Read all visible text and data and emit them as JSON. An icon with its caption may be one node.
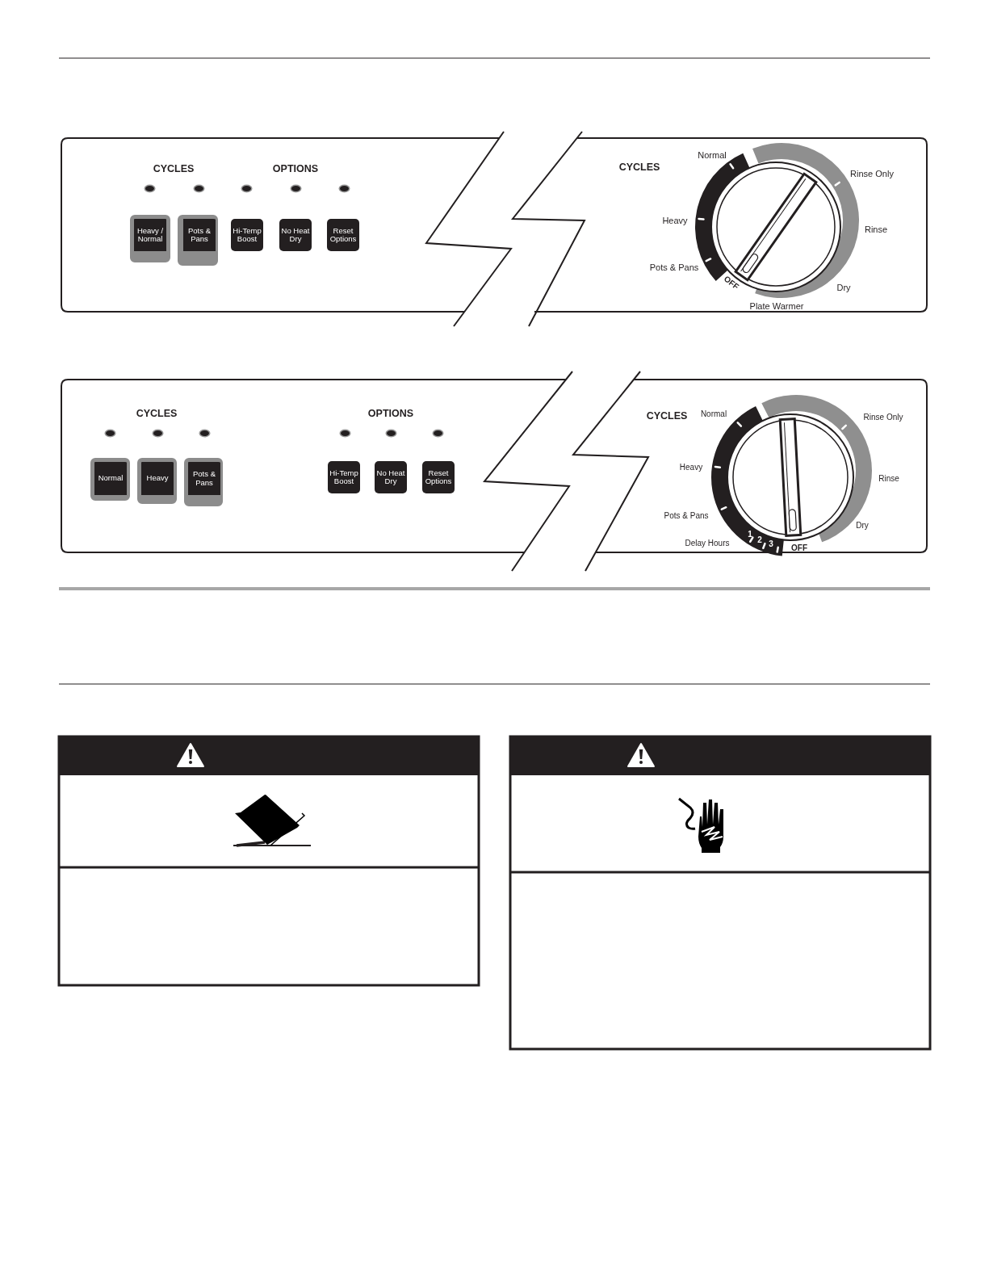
{
  "diagram": {
    "nodes": [
      {
        "text": [
          "Heavy / Normal"
        ]
      },
      {
        "text": [
          "Pots & Pans"
        ]
      },
      {
        "text": [
          "Hi-Temp Boost"
        ]
      },
      {
        "text": [
          "No Heat Dry"
        ]
      },
      {
        "text": [
          "Reset Options"
        ]
      },
      {
        "text": [
          "Normal"
        ]
      },
      {
        "text": [
          "Heavy"
        ]
      },
      {
        "text": [
          "Pots & Pans"
        ]
      },
      {
        "text": [
          "Hi-Temp Boost"
        ]
      },
      {
        "text": [
          "No Heat Dry"
        ]
      },
      {
        "text": [
          "Reset Options"
        ]
      }
    ],
    "labels": [
      "CYCLES",
      "OPTIONS",
      "CYCLES",
      "Normal",
      "Rinse Only",
      "Heavy",
      "Rinse",
      "Pots & Pans",
      "OFF",
      "Dry",
      "Plate Warmer",
      "CYCLES",
      "OPTIONS",
      "CYCLES",
      "Normal",
      "Rinse Only",
      "Heavy",
      "Rinse",
      "Pots & Pans",
      "Dry",
      "Delay Hours",
      "1",
      "2",
      "3",
      "OFF"
    ]
  }
}
